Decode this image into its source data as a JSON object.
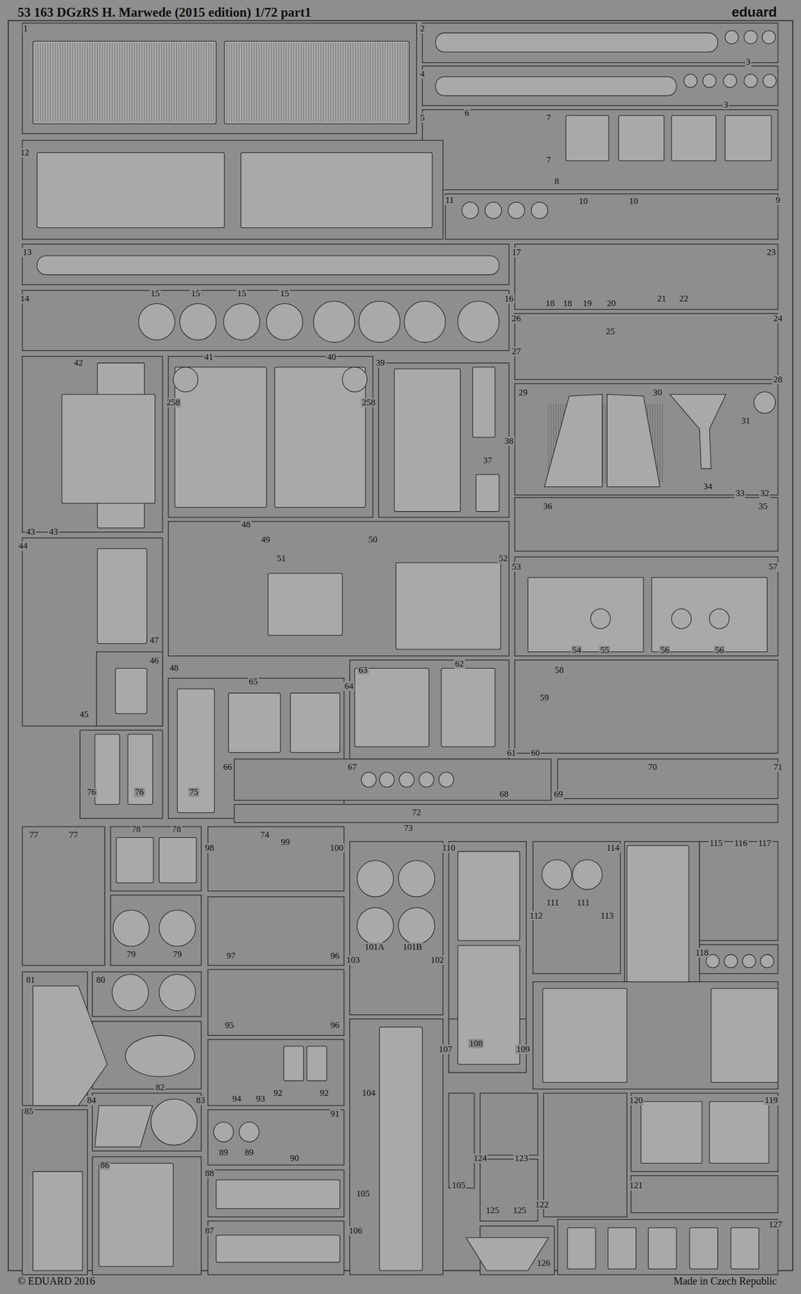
{
  "diagram": {
    "title": "53 163 DGzRS H. Marwede (2015 edition) 1/72 part1",
    "labels": [
      "eduard",
      "1",
      "2",
      "3",
      "4",
      "3",
      "5",
      "6",
      "7",
      "7",
      "8",
      "12",
      "11",
      "10",
      "10",
      "9",
      "13",
      "17",
      "18",
      "18",
      "19",
      "20",
      "21",
      "22",
      "23",
      "14",
      "15",
      "15",
      "15",
      "15",
      "16",
      "26",
      "24",
      "25",
      "27",
      "28",
      "42",
      "41",
      "40",
      "39",
      "258",
      "258",
      "29",
      "30",
      "31",
      "38",
      "37",
      "34",
      "33",
      "32",
      "36",
      "35",
      "43",
      "43",
      "44",
      "48",
      "49",
      "50",
      "51",
      "52",
      "53",
      "57",
      "47",
      "46",
      "48",
      "54",
      "55",
      "56",
      "56",
      "45",
      "63",
      "62",
      "58",
      "64",
      "65",
      "59",
      "61",
      "60",
      "66",
      "67",
      "68",
      "69",
      "70",
      "71",
      "76",
      "76",
      "75",
      "72",
      "74",
      "73",
      "99",
      "77",
      "77",
      "78",
      "78",
      "98",
      "100",
      "110",
      "114",
      "115",
      "116",
      "117",
      "111",
      "111",
      "113",
      "112",
      "97",
      "96",
      "79",
      "79",
      "101A",
      "101B",
      "102",
      "103",
      "118",
      "81",
      "80",
      "95",
      "96",
      "107",
      "108",
      "109",
      "82",
      "94",
      "93",
      "92",
      "92",
      "104",
      "84",
      "83",
      "120",
      "119",
      "85",
      "91",
      "89",
      "89",
      "90",
      "124",
      "123",
      "86",
      "121",
      "88",
      "105",
      "105",
      "122",
      "125",
      "125",
      "127",
      "87",
      "106",
      "126",
      "© EDUARD 2016",
      "Made in Czech Republic"
    ]
  }
}
